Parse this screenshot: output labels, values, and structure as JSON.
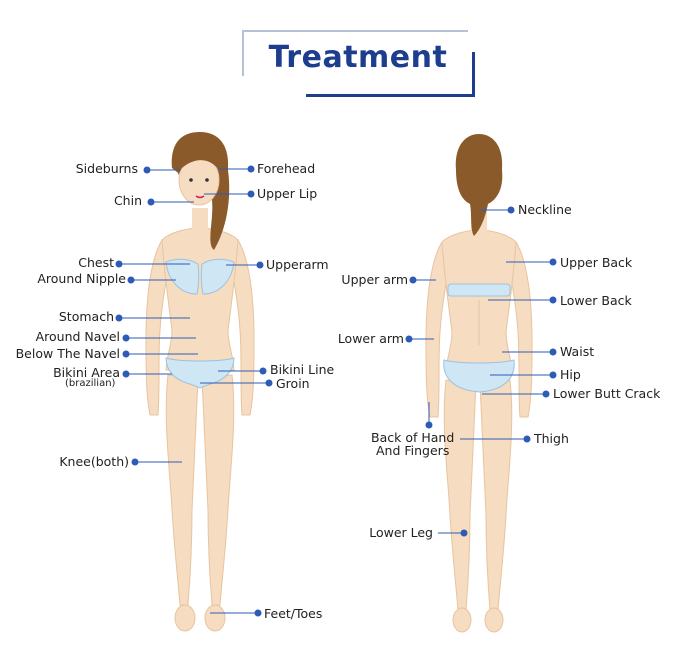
{
  "title": "Treatment",
  "colors": {
    "title": "#1d3e8e",
    "leader": "#2e5bb6",
    "skin": "#f6dcc0",
    "hair": "#8b5a2b",
    "underwear": "#cfe6f5"
  },
  "front_labels": {
    "sideburns": "Sideburns",
    "forehead": "Forehead",
    "chin": "Chin",
    "upper_lip": "Upper Lip",
    "chest": "Chest",
    "upperarm": "Upperarm",
    "around_nipple": "Around Nipple",
    "stomach": "Stomach",
    "around_navel": "Around Navel",
    "below_navel": "Below The Navel",
    "bikini_area": "Bikini Area",
    "bikini_area_sub": "(brazilian)",
    "bikini_line": "Bikini Line",
    "groin": "Groin",
    "knee": "Knee(both)",
    "feet": "Feet/Toes"
  },
  "back_labels": {
    "neckline": "Neckline",
    "upper_arm": "Upper arm",
    "upper_back": "Upper Back",
    "lower_back": "Lower Back",
    "lower_arm": "Lower arm",
    "waist": "Waist",
    "hip": "Hip",
    "lower_butt_crack": "Lower Butt Crack",
    "hand_fingers_1": "Back of Hand",
    "hand_fingers_2": "And Fingers",
    "thigh": "Thigh",
    "lower_leg": "Lower Leg"
  }
}
